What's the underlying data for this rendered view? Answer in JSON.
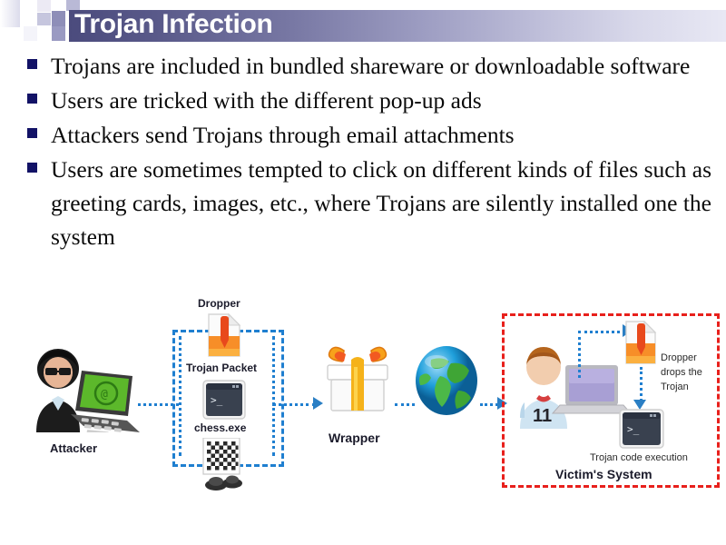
{
  "slide": {
    "title": "Trojan Infection",
    "background_color": "#ffffff",
    "title_gradient_from": "#4b4b7d",
    "title_gradient_to": "#e8e8f4",
    "title_color": "#ffffff"
  },
  "bullets": [
    {
      "text": "Trojans are included in bundled shareware or downloadable software",
      "justify": true
    },
    {
      "text": "Users are tricked with the different pop-up ads",
      "justify": false
    },
    {
      "text": "Attackers send Trojans through email attachments",
      "justify": false
    },
    {
      "text": "Users are sometimes tempted to click on different kinds of files such as greeting cards, images, etc., where Trojans are silently installed one the system",
      "justify": true
    }
  ],
  "bullet_marker_color": "#121266",
  "diagram": {
    "labels": {
      "attacker": "Attacker",
      "dropper": "Dropper",
      "trojan_packet": "Trojan Packet",
      "chess_exe": "chess.exe",
      "wrapper": "Wrapper",
      "victim_system": "Victim's System",
      "dropper_drops_line1": "Dropper",
      "dropper_drops_line2": "drops the",
      "dropper_drops_line3": "Trojan",
      "trojan_code_execution": "Trojan code execution",
      "victim_jersey_number": "11"
    },
    "colors": {
      "packaging_box_border": "#1f7fd0",
      "victim_box_border": "#e8201c",
      "connector": "#2b7fc4",
      "dropper_icon": "#f47a20",
      "terminal_icon": "#3a4250",
      "globe_land": "#3fa535",
      "globe_water": "#1b9ad6",
      "gift_ribbon": "#f5b21a",
      "laptop_screen_attacker": "#5cb82b",
      "laptop_screen_victim": "#a89fd4"
    }
  }
}
